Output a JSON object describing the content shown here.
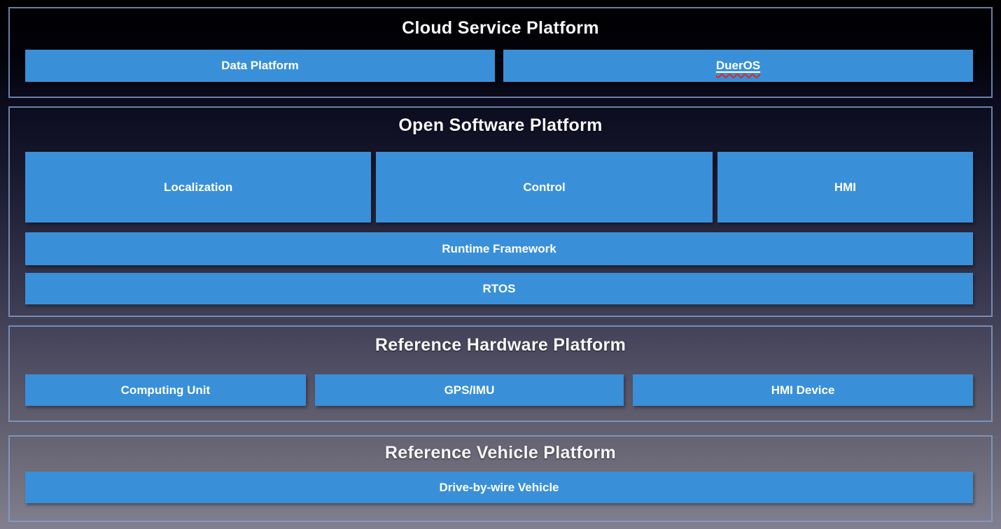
{
  "colors": {
    "box_blue": "#3990d8",
    "section_border": "rgba(130,160,205,0.8)",
    "squiggle_red": "#e0281e"
  },
  "sections": {
    "cloud": {
      "title": "Cloud Service Platform",
      "boxes": {
        "data_platform": "Data Platform",
        "dueros": "DuerOS"
      }
    },
    "software": {
      "title": "Open Software Platform",
      "boxes": {
        "localization": "Localization",
        "control": "Control",
        "hmi": "HMI",
        "runtime_framework": "Runtime Framework",
        "rtos": "RTOS"
      }
    },
    "hardware": {
      "title": "Reference Hardware Platform",
      "boxes": {
        "computing_unit": "Computing Unit",
        "gps_imu": "GPS/IMU",
        "hmi_device": "HMI Device"
      }
    },
    "vehicle": {
      "title": "Reference Vehicle Platform",
      "boxes": {
        "drive_by_wire": "Drive-by-wire Vehicle"
      }
    }
  }
}
